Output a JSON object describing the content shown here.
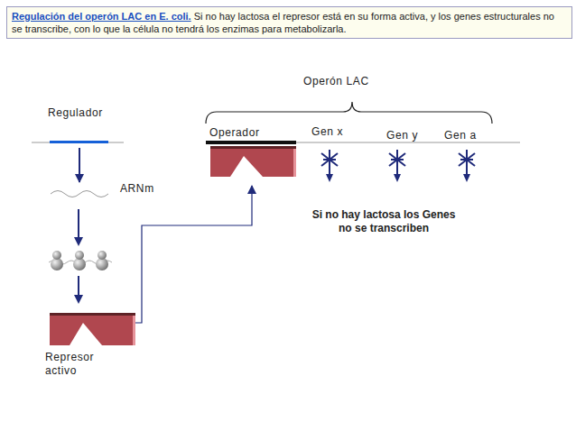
{
  "diagram": {
    "title": "Regulación del operón LAC en E. coli.",
    "caption": "Si  no hay lactosa el represor está en su forma activa, y los genes estructurales no se transcribe, con lo que la célula no tendrá los enzimas para metabolizarla.",
    "nodes": [
      {
        "text": [
          "Regulador"
        ]
      },
      {
        "text": [
          "ARNm"
        ]
      },
      {
        "text": [
          "Represor activo"
        ]
      },
      {
        "text": [
          "Operador"
        ]
      }
    ],
    "edges": [
      {
        "from": 0,
        "to": 1,
        "arrow": "to"
      },
      {
        "from": 2,
        "to": 3,
        "arrow": "to"
      }
    ],
    "labels": [
      "Operón LAC",
      "Gen x",
      "Gen y",
      "Gen a",
      "Si no hay lactosa los Genes no se transcriben"
    ]
  }
}
